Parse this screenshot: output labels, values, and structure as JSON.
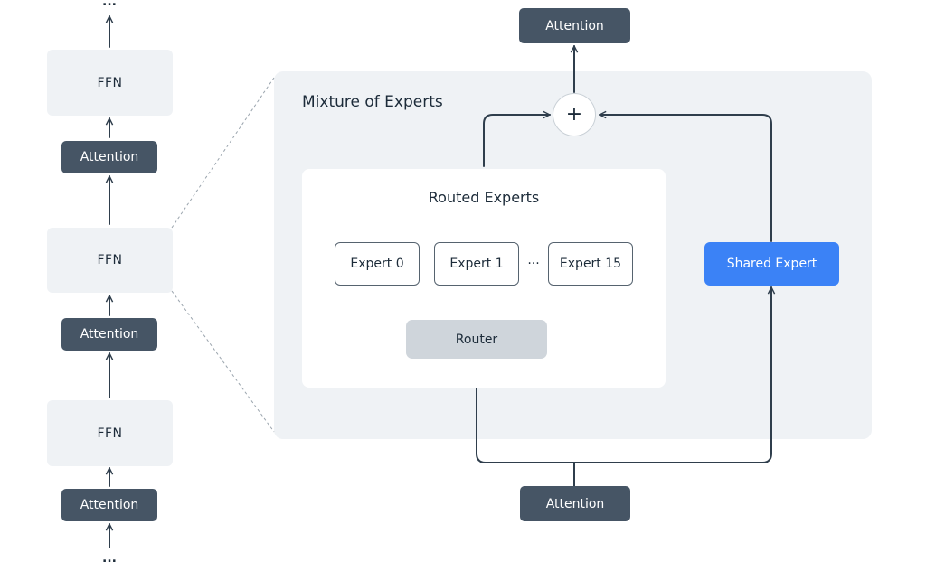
{
  "left_stack": {
    "dots_top": "...",
    "dots_bottom": "...",
    "ffn_top": "FFN",
    "attention_upper": "Attention",
    "ffn_middle": "FFN",
    "attention_middle": "Attention",
    "ffn_bottom": "FFN",
    "attention_bottom": "Attention"
  },
  "moe": {
    "title": "Mixture of Experts",
    "plus": "+",
    "attention_top": "Attention",
    "attention_bottom": "Attention",
    "routed": {
      "title": "Routed Experts",
      "experts": [
        "Expert 0",
        "Expert 1",
        "Expert 15"
      ],
      "ellipsis": "···",
      "router": "Router"
    },
    "shared_expert": "Shared Expert"
  },
  "colors": {
    "attention": "#465565",
    "ffn": "#eff2f5",
    "shared_expert": "#3b82f6",
    "router": "#cfd5db",
    "lines": "#2f3e4c"
  }
}
